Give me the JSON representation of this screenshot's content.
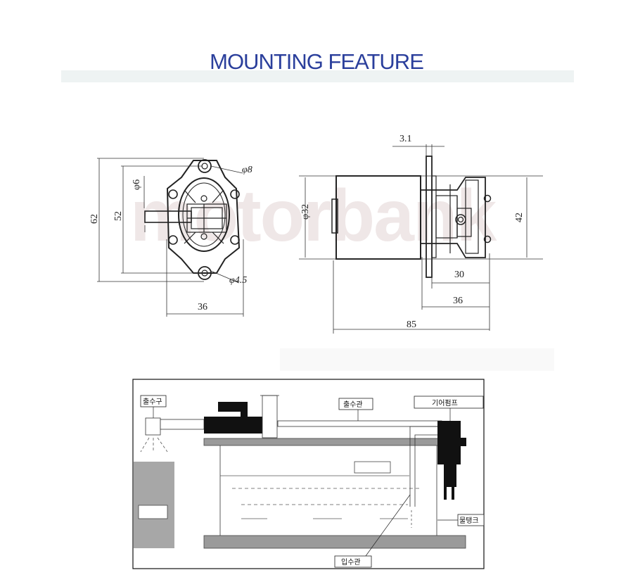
{
  "header": {
    "title": "MOUNTING FEATURE"
  },
  "watermark": {
    "text": "motorbank"
  },
  "front_view": {
    "dims": {
      "height_outer": "62",
      "height_inner": "52",
      "shaft_dia": "φ6",
      "boss_dia": "φ8",
      "hole_dia": "φ4.5",
      "width": "36"
    }
  },
  "side_view": {
    "dims": {
      "flange": "3.1",
      "body_dia": "φ32",
      "height": "42",
      "a": "30",
      "b": "36",
      "total": "85"
    }
  },
  "schematic": {
    "labels": {
      "outlet": "출수구",
      "outlet_pipe": "출수관",
      "gear_pump": "기어펌프",
      "water_tank": "물탱크",
      "inlet_pipe": "입수관"
    }
  },
  "colors": {
    "title": "#2b3f9c",
    "band": "#eef3f3",
    "gray_block": "#a7a7a7",
    "plate": "#9a9a9a"
  }
}
